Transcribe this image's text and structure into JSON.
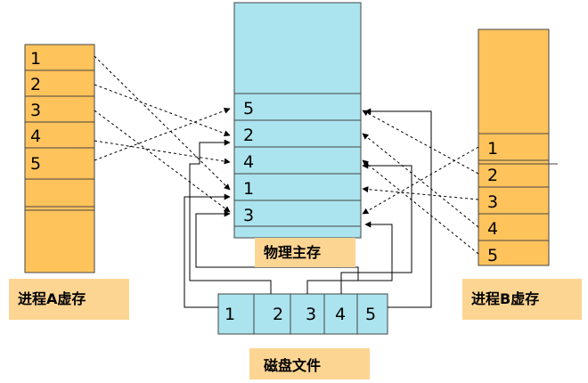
{
  "process_a": {
    "label": "进程A虚存",
    "pages": [
      "1",
      "2",
      "3",
      "4",
      "5"
    ]
  },
  "process_b": {
    "label": "进程B虚存",
    "pages": [
      "1",
      "2",
      "3",
      "4",
      "5"
    ]
  },
  "physical_memory": {
    "label": "物理主存",
    "frames": [
      "5",
      "2",
      "4",
      "1",
      "3"
    ]
  },
  "disk_file": {
    "label": "磁盘文件",
    "blocks": [
      "1",
      "2",
      "3",
      "4",
      "5"
    ]
  },
  "colors": {
    "virtual_memory": "#FFC35C",
    "physical_memory": "#ABE4EE",
    "label_background": "#FDD592",
    "line": "#000000"
  }
}
